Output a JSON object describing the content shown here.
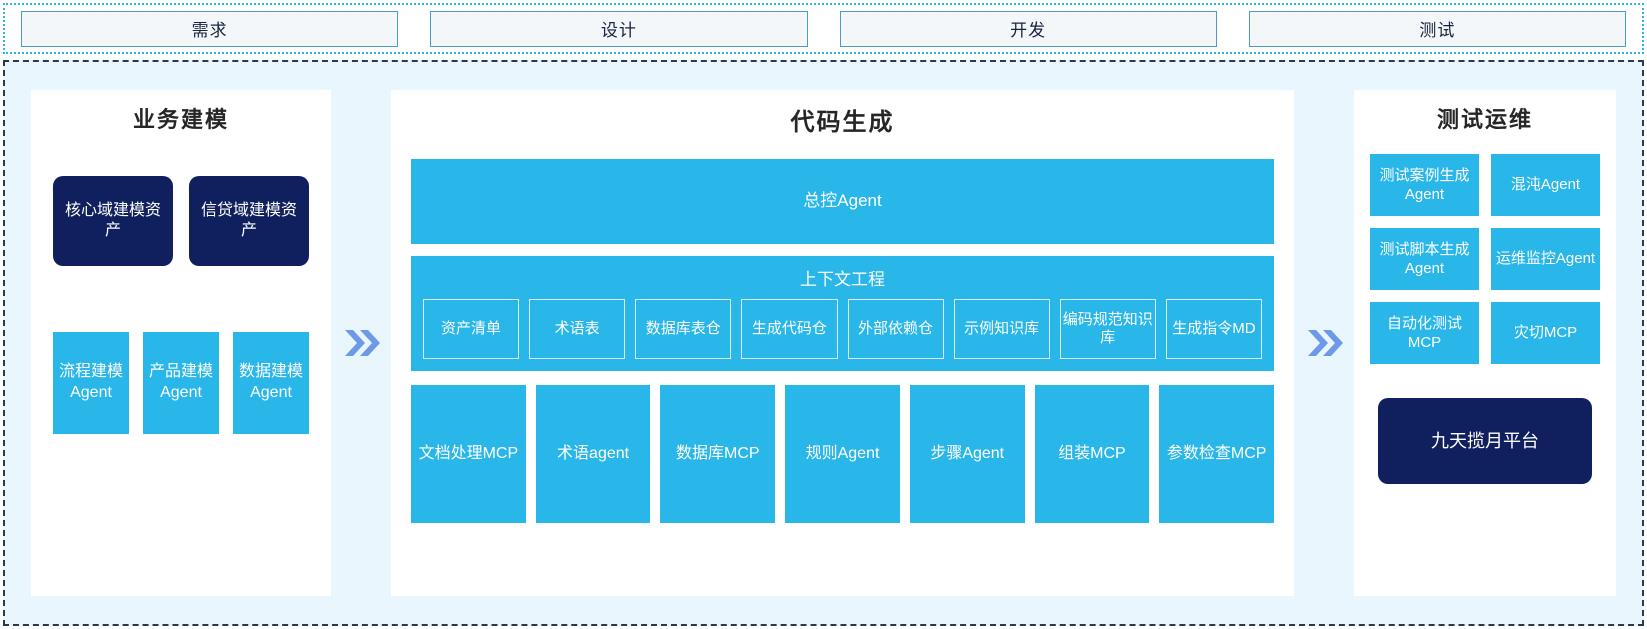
{
  "phases": [
    {
      "label": "需求"
    },
    {
      "label": "设计"
    },
    {
      "label": "开发"
    },
    {
      "label": "测试"
    }
  ],
  "separators": {
    "left_chevron": "chevron-double-right",
    "right_chevron": "chevron-double-right",
    "color": "#6d9ae8"
  },
  "colors": {
    "cyan": "#29b6e8",
    "navy": "#10205e",
    "page_bg": "#eaf6fd",
    "panel_bg": "#ffffff",
    "phase_bg": "#f3f7fa",
    "phase_border": "#4a9cc4"
  },
  "panels": {
    "business_modeling": {
      "title": "业务建模",
      "assets": [
        {
          "label": "核心域建模资产"
        },
        {
          "label": "信贷域建模资产"
        }
      ],
      "agents": [
        {
          "label": "流程建模Agent"
        },
        {
          "label": "产品建模Agent"
        },
        {
          "label": "数据建模Agent"
        }
      ]
    },
    "code_generation": {
      "title": "代码生成",
      "controller": {
        "label": "总控Agent"
      },
      "context_engineering": {
        "title": "上下文工程",
        "items": [
          {
            "label": "资产清单"
          },
          {
            "label": "术语表"
          },
          {
            "label": "数据库表仓"
          },
          {
            "label": "生成代码仓"
          },
          {
            "label": "外部依赖仓"
          },
          {
            "label": "示例知识库"
          },
          {
            "label": "编码规范知识库"
          },
          {
            "label": "生成指令MD"
          }
        ]
      },
      "tools": [
        {
          "label": "文档处理MCP"
        },
        {
          "label": "术语agent"
        },
        {
          "label": "数据库MCP"
        },
        {
          "label": "规则Agent"
        },
        {
          "label": "步骤Agent"
        },
        {
          "label": "组装MCP"
        },
        {
          "label": "参数检查MCP"
        }
      ]
    },
    "test_ops": {
      "title": "测试运维",
      "items": [
        {
          "label": "测试案例生成Agent"
        },
        {
          "label": "混沌Agent"
        },
        {
          "label": "测试脚本生成Agent"
        },
        {
          "label": "运维监控Agent"
        },
        {
          "label": "自动化测试MCP"
        },
        {
          "label": "灾切MCP"
        }
      ],
      "platform": {
        "label": "九天揽月平台"
      }
    }
  }
}
